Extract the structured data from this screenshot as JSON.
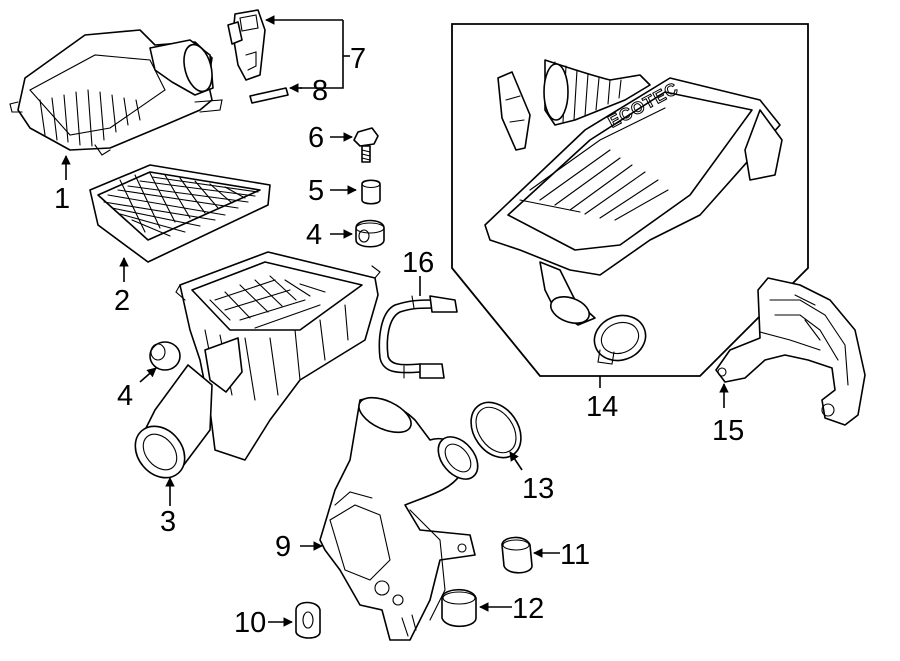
{
  "callouts": {
    "c1": "1",
    "c2": "2",
    "c3": "3",
    "c4a": "4",
    "c4b": "4",
    "c5": "5",
    "c6": "6",
    "c7": "7",
    "c8": "8",
    "c9": "9",
    "c10": "10",
    "c11": "11",
    "c12": "12",
    "c13": "13",
    "c14": "14",
    "c15": "15",
    "c16": "16"
  },
  "engine_cover_mark": "ECOTEC"
}
